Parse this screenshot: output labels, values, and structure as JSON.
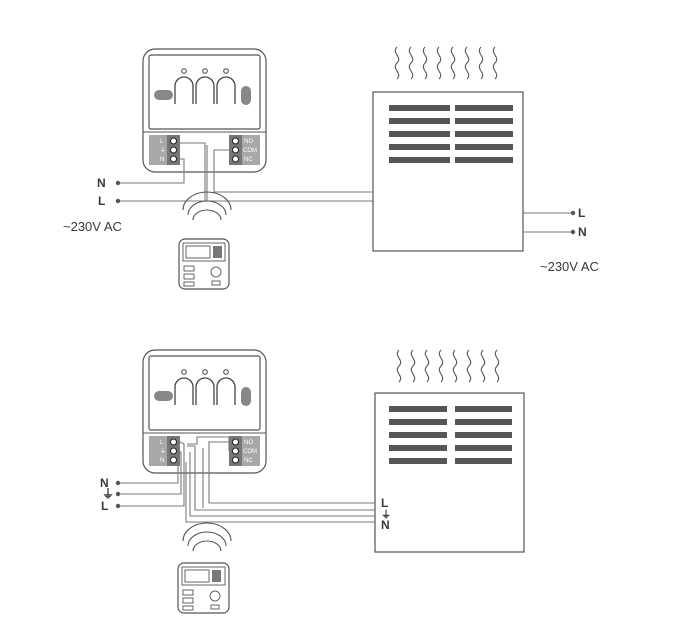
{
  "diagram_top": {
    "supply_labels": {
      "n": "N",
      "l": "L"
    },
    "supply_voltage": "~230V AC",
    "module_terminals_left": [
      "L",
      "⏚",
      "N"
    ],
    "module_terminals_right": [
      "NO",
      "COM",
      "NC"
    ],
    "heater_supply_labels": {
      "l": "L",
      "n": "N"
    },
    "heater_voltage": "~230V AC"
  },
  "diagram_bottom": {
    "supply_labels": {
      "n": "N",
      "pe": "⏚",
      "l": "L"
    },
    "module_terminals_left": [
      "L",
      "⏚",
      "N"
    ],
    "module_terminals_right": [
      "NO",
      "COM",
      "NC"
    ],
    "heater_terminal_labels": {
      "l": "L",
      "pe": "⏚",
      "n": "N"
    }
  }
}
